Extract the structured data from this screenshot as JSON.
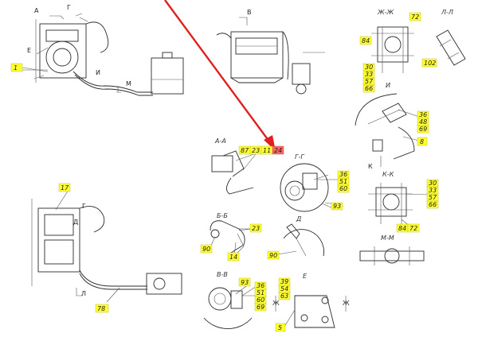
{
  "colors": {
    "tag": "#ffff33",
    "highlight": "#ff6666",
    "arrow": "#e02020",
    "line": "#2b2b2b"
  },
  "section_labels": {
    "a_a": "А-А",
    "b_b": "Б-Б",
    "v_v": "В-В",
    "g_g": "Г-Г",
    "d": "Д",
    "e": "Е",
    "zh_zh": "Ж-Ж",
    "l_l": "Л-Л",
    "i": "И",
    "k": "К",
    "k_k": "К-К",
    "m_m": "М-М",
    "view_v": "В"
  },
  "view_marks": {
    "a": "А",
    "g": "Г",
    "e": "Е",
    "i": "И",
    "m": "М",
    "g2": "Г",
    "d": "Д",
    "l": "Л",
    "k": "К",
    "zh": "Ж",
    "zh2": "Ж"
  },
  "tags": {
    "t1": "1",
    "t17": "17",
    "t78": "78",
    "t87": "87",
    "t23": "23",
    "t11": "11",
    "t24": "24",
    "t36a": "36",
    "t51a": "51",
    "t60a": "60",
    "t93a": "93",
    "t90a": "90",
    "t14": "14",
    "t23b": "23",
    "t90b": "90",
    "t93b": "93",
    "t36b": "36",
    "t51b": "51",
    "t60b": "60",
    "t69b": "69",
    "t39": "39",
    "t54": "54",
    "t63": "63",
    "t5": "5",
    "t72a": "72",
    "t84a": "84",
    "t30a": "30",
    "t33a": "33",
    "t57a": "57",
    "t66a": "66",
    "t102": "102",
    "t36c": "36",
    "t48": "48",
    "t69c": "69",
    "t8": "8",
    "t30b": "30",
    "t33b": "33",
    "t57b": "57",
    "t66b": "66",
    "t84b": "84",
    "t72b": "72"
  }
}
